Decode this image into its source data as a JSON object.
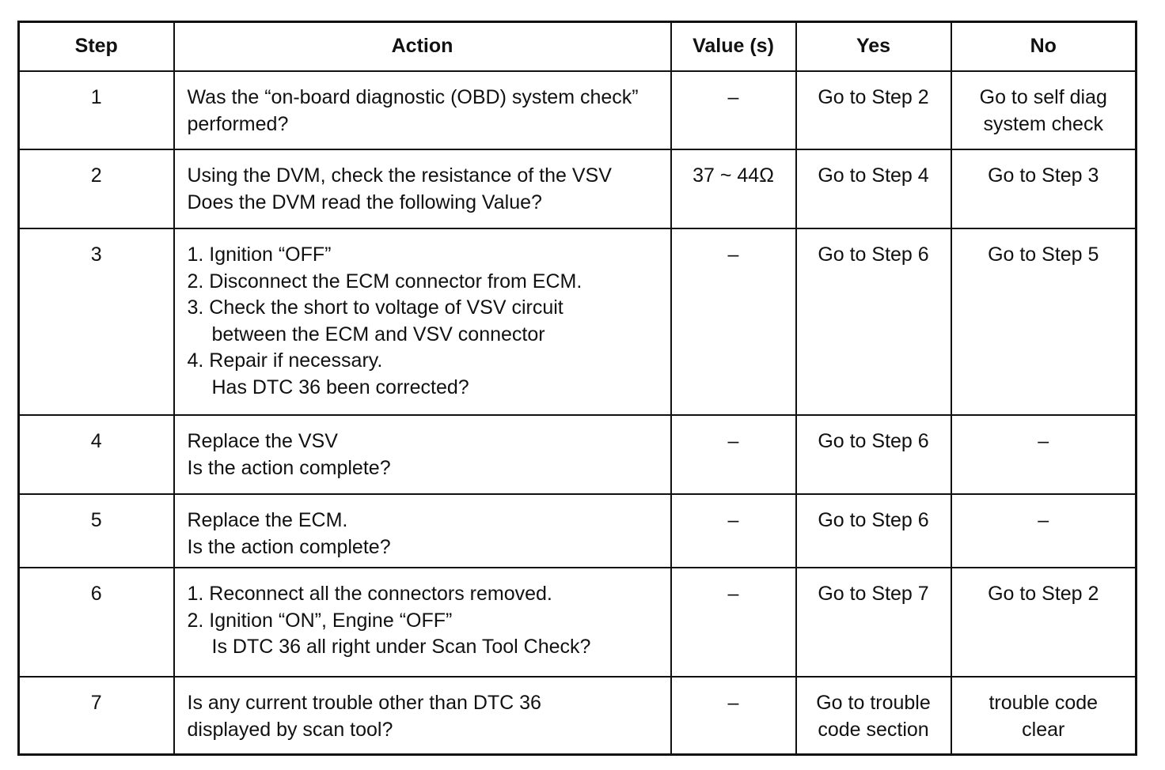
{
  "headers": [
    "Step",
    "Action",
    "Value (s)",
    "Yes",
    "No"
  ],
  "rows": [
    {
      "step": "1",
      "action": [
        "Was the “on-board diagnostic (OBD) system check”",
        "performed?"
      ],
      "value": "–",
      "yes": [
        "Go to Step 2"
      ],
      "no": [
        "Go to self diag",
        "system check"
      ]
    },
    {
      "step": "2",
      "action": [
        "Using the DVM, check the resistance of the VSV",
        "Does the DVM read the following Value?"
      ],
      "value": "37 ~ 44Ω",
      "yes": [
        "Go to Step 4"
      ],
      "no": [
        "Go to Step 3"
      ]
    },
    {
      "step": "3",
      "action": [
        "1. Ignition “OFF”",
        "2. Disconnect the ECM connector from ECM.",
        "3. Check the short to voltage of VSV circuit",
        "between the ECM and VSV connector",
        "4. Repair if necessary.",
        "Has DTC 36 been corrected?"
      ],
      "value": "–",
      "yes": [
        "Go to Step 6"
      ],
      "no": [
        "Go to Step 5"
      ]
    },
    {
      "step": "4",
      "action": [
        "Replace the VSV",
        "Is the action complete?"
      ],
      "value": "–",
      "yes": [
        "Go to Step 6"
      ],
      "no": [
        "–"
      ]
    },
    {
      "step": "5",
      "action": [
        "Replace the ECM.",
        "Is the action complete?"
      ],
      "value": "–",
      "yes": [
        "Go to Step 6"
      ],
      "no": [
        "–"
      ]
    },
    {
      "step": "6",
      "action": [
        "1. Reconnect all the connectors removed.",
        "2. Ignition “ON”, Engine “OFF”",
        "Is DTC 36 all right under Scan Tool Check?"
      ],
      "value": "–",
      "yes": [
        "Go to Step 7"
      ],
      "no": [
        "Go to Step 2"
      ]
    },
    {
      "step": "7",
      "action": [
        "Is any current trouble other than DTC 36",
        "displayed by scan tool?"
      ],
      "value": "–",
      "yes": [
        "Go to trouble",
        "code section"
      ],
      "no": [
        "trouble code",
        "clear"
      ]
    }
  ]
}
